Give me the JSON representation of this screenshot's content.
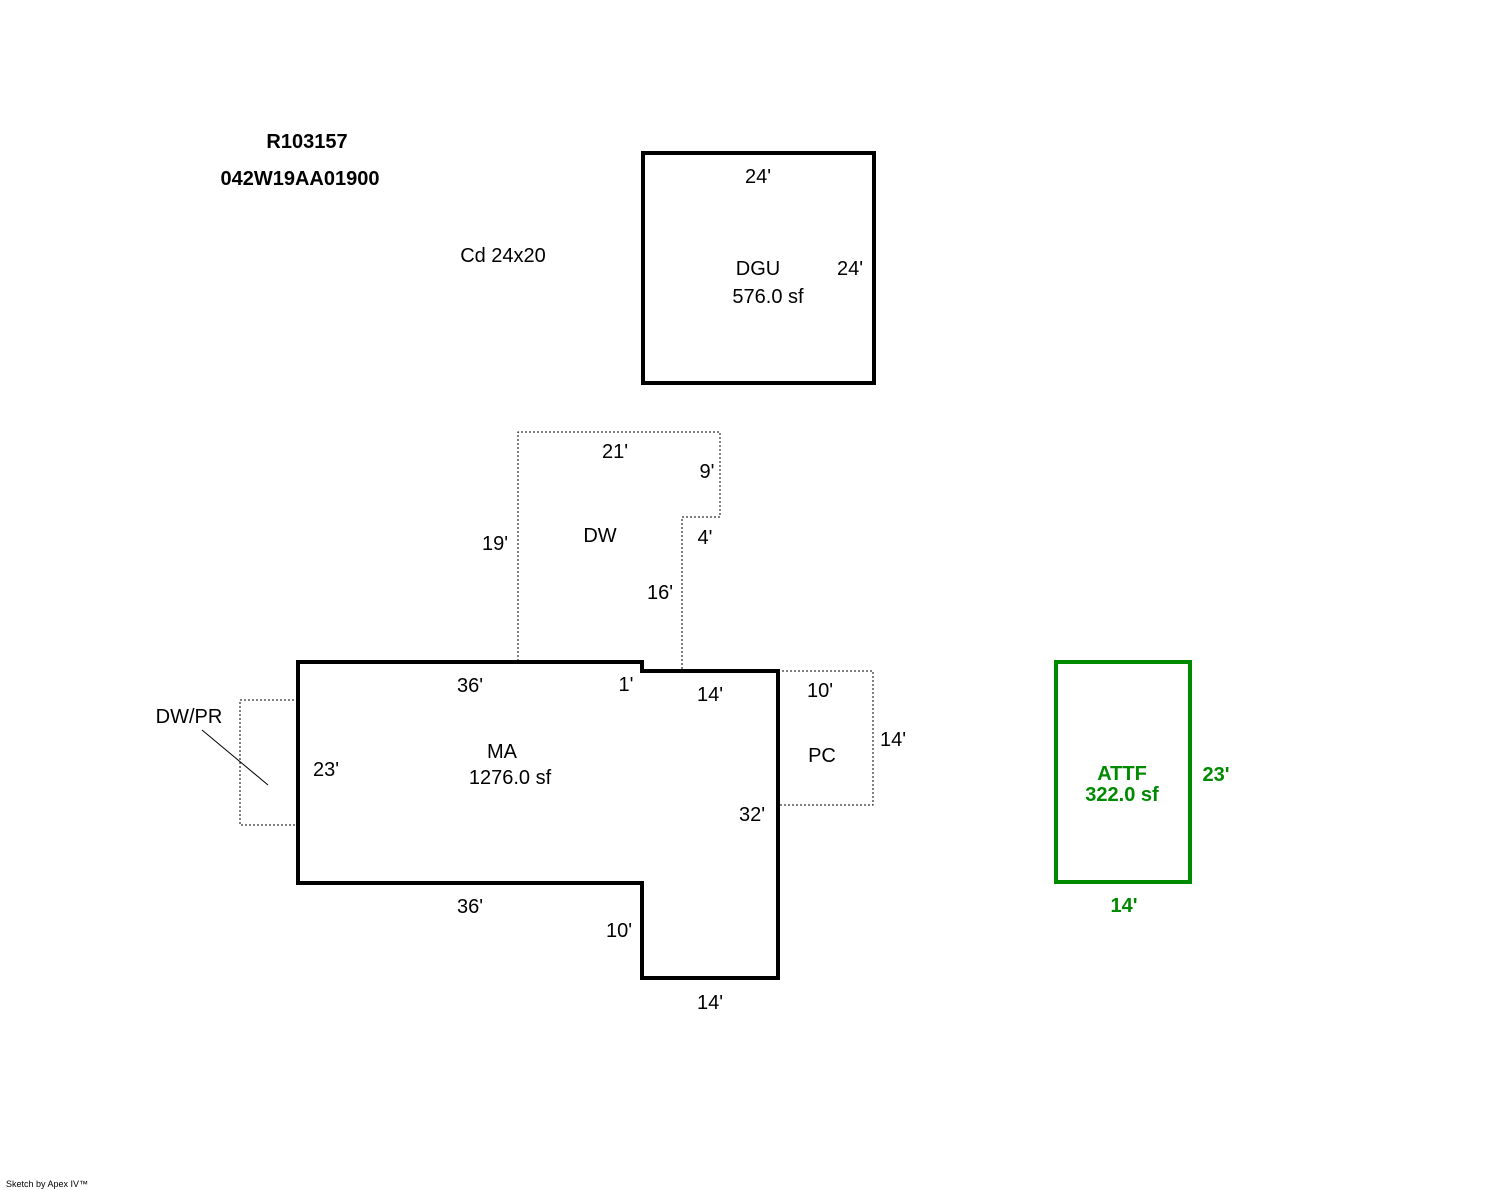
{
  "header": {
    "account_id": "R103157",
    "map_tax_lot": "042W19AA01900",
    "note": "Cd 24x20"
  },
  "colors": {
    "primary_outline": "#000000",
    "attached_feature": "#008a00"
  },
  "areas": {
    "dgu": {
      "label": "DGU",
      "area": "576.0 sf",
      "dims": {
        "top": "24'",
        "right": "24'"
      }
    },
    "dw": {
      "label": "DW",
      "dims": {
        "top": "21'",
        "right_upper": "9'",
        "step": "4'",
        "right_lower": "16'",
        "left": "19'"
      }
    },
    "ma": {
      "label": "MA",
      "area": "1276.0 sf",
      "dims": {
        "top_left": "36'",
        "step": "1'",
        "top_right": "14'",
        "left": "23'",
        "right": "32'",
        "bottom_left": "36'",
        "inner": "10'",
        "bottom_right": "14'"
      }
    },
    "pc": {
      "label": "PC",
      "dims": {
        "top": "10'",
        "right": "14'"
      }
    },
    "dw_pr": {
      "label": "DW/PR"
    },
    "attf": {
      "label": "ATTF",
      "area": "322.0 sf",
      "dims": {
        "right": "23'",
        "bottom": "14'"
      }
    }
  },
  "footer": {
    "credit": "Sketch by Apex IV™"
  }
}
